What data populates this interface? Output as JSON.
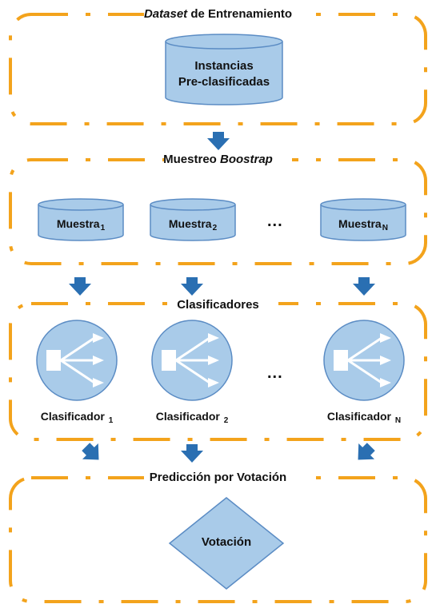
{
  "colors": {
    "frame": "#f3a31c",
    "fill": "#a9cbe9",
    "stroke": "#5b8cc4",
    "arrow": "#2a6fb2",
    "icon": "#ffffff"
  },
  "sections": {
    "dataset": {
      "title_italic": "Dataset",
      "title_rest": " de Entrenamiento"
    },
    "bootstrap": {
      "title_plain": "Muestreo ",
      "title_italic": "Boostrap"
    },
    "classifiers": {
      "title": "Clasificadores"
    },
    "voting": {
      "title": "Predicción por Votación"
    }
  },
  "dataset_node": {
    "line1": "Instancias",
    "line2": "Pre-clasificadas"
  },
  "samples": [
    {
      "label": "Muestra",
      "subscript": "1"
    },
    {
      "label": "Muestra",
      "subscript": "2"
    },
    {
      "label": "Muestra",
      "subscript": "N"
    }
  ],
  "samples_ellipsis": "...",
  "classifiers": [
    {
      "label": "Clasificador ",
      "subscript": "1",
      "icon": "split-arrows-icon"
    },
    {
      "label": "Clasificador ",
      "subscript": "2",
      "icon": "split-arrows-icon"
    },
    {
      "label": "Clasificador ",
      "subscript": "N",
      "icon": "split-arrows-icon"
    }
  ],
  "classifiers_ellipsis": "...",
  "vote_node": {
    "label": "Votación"
  }
}
